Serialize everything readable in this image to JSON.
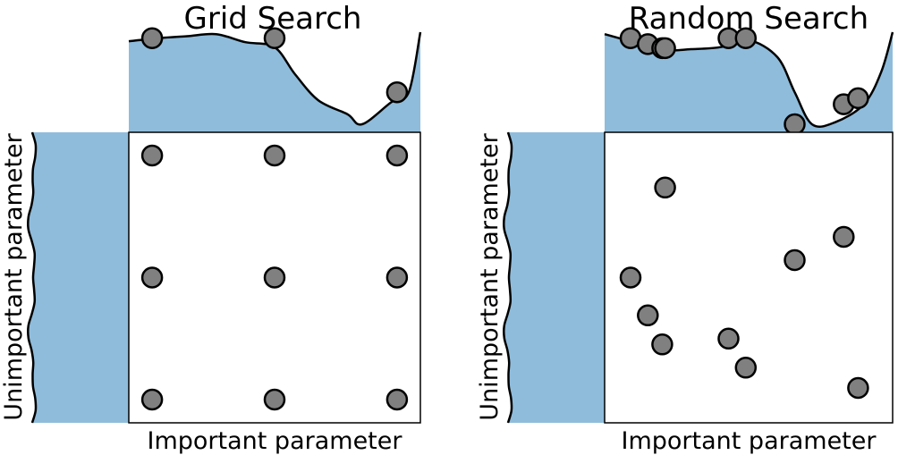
{
  "colors": {
    "fill": "#8fbcdb",
    "point": "#808080",
    "stroke": "#000000",
    "background": "#ffffff"
  },
  "panels": [
    {
      "id": "grid-search",
      "title": "Grid Search",
      "xlabel": "Important parameter",
      "ylabel": "Unimportant parameter",
      "curve": [
        [
          0.0,
          0.09
        ],
        [
          0.1,
          0.06
        ],
        [
          0.2,
          0.04
        ],
        [
          0.3,
          0.02
        ],
        [
          0.4,
          0.1
        ],
        [
          0.5,
          0.15
        ],
        [
          0.57,
          0.42
        ],
        [
          0.65,
          0.68
        ],
        [
          0.75,
          0.82
        ],
        [
          0.8,
          0.92
        ],
        [
          0.9,
          0.7
        ],
        [
          0.96,
          0.6
        ],
        [
          1.0,
          0.0
        ]
      ],
      "points": [
        [
          0.08,
          0.08
        ],
        [
          0.5,
          0.08
        ],
        [
          0.92,
          0.08
        ],
        [
          0.08,
          0.5
        ],
        [
          0.5,
          0.5
        ],
        [
          0.92,
          0.5
        ],
        [
          0.08,
          0.92
        ],
        [
          0.5,
          0.92
        ],
        [
          0.92,
          0.92
        ]
      ],
      "marginal_points": [
        [
          0.08,
          0.06
        ],
        [
          0.5,
          0.06
        ],
        [
          0.92,
          0.6
        ]
      ]
    },
    {
      "id": "random-search",
      "title": "Random Search",
      "xlabel": "Important parameter",
      "ylabel": "Unimportant parameter",
      "curve": [
        [
          0.0,
          0.02
        ],
        [
          0.1,
          0.1
        ],
        [
          0.2,
          0.18
        ],
        [
          0.3,
          0.17
        ],
        [
          0.4,
          0.15
        ],
        [
          0.5,
          0.08
        ],
        [
          0.6,
          0.25
        ],
        [
          0.66,
          0.6
        ],
        [
          0.72,
          0.92
        ],
        [
          0.8,
          0.9
        ],
        [
          0.9,
          0.72
        ],
        [
          0.96,
          0.4
        ],
        [
          1.0,
          0.0
        ]
      ],
      "points": [
        [
          0.21,
          0.19
        ],
        [
          0.09,
          0.5
        ],
        [
          0.15,
          0.63
        ],
        [
          0.2,
          0.73
        ],
        [
          0.43,
          0.71
        ],
        [
          0.49,
          0.81
        ],
        [
          0.66,
          0.44
        ],
        [
          0.83,
          0.36
        ],
        [
          0.88,
          0.88
        ]
      ],
      "marginal_points": [
        [
          0.09,
          0.06
        ],
        [
          0.15,
          0.12
        ],
        [
          0.2,
          0.16
        ],
        [
          0.21,
          0.16
        ],
        [
          0.43,
          0.06
        ],
        [
          0.49,
          0.06
        ],
        [
          0.66,
          0.92
        ],
        [
          0.83,
          0.72
        ],
        [
          0.88,
          0.66
        ]
      ]
    }
  ]
}
